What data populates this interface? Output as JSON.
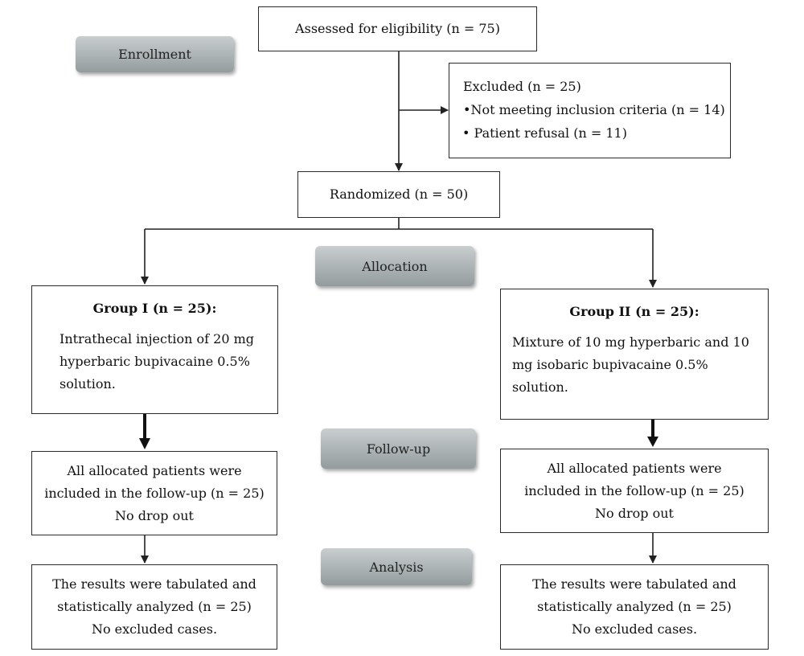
{
  "stages": {
    "enrollment": "Enrollment",
    "allocation": "Allocation",
    "follow_up": "Follow-up",
    "analysis": "Analysis"
  },
  "assessed": "Assessed for eligibility (n = 75)",
  "excluded": {
    "title": "Excluded (n = 25)",
    "items": [
      "Not meeting inclusion criteria (n = 14)",
      "Patient refusal (n = 11)"
    ]
  },
  "randomized": "Randomized (n = 50)",
  "group1": {
    "title": "Group I (n = 25):",
    "lines": [
      "Intrathecal injection of 20 mg",
      "hyperbaric bupivacaine 0.5%",
      "solution."
    ],
    "followup": [
      "All allocated patients were",
      "included in the follow-up (n = 25)",
      "No drop out"
    ],
    "analysis": [
      "The results were tabulated and",
      "statistically analyzed (n = 25)",
      "No excluded cases."
    ]
  },
  "group2": {
    "title": "Group II (n = 25):",
    "lines": [
      "Mixture of 10 mg hyperbaric and 10",
      "mg isobaric bupivacaine 0.5%",
      "solution."
    ],
    "followup": [
      "All allocated patients were",
      "included in the follow-up (n = 25)",
      "No drop out"
    ],
    "analysis": [
      "The results were tabulated and",
      "statistically analyzed (n = 25)",
      "No excluded cases."
    ]
  }
}
